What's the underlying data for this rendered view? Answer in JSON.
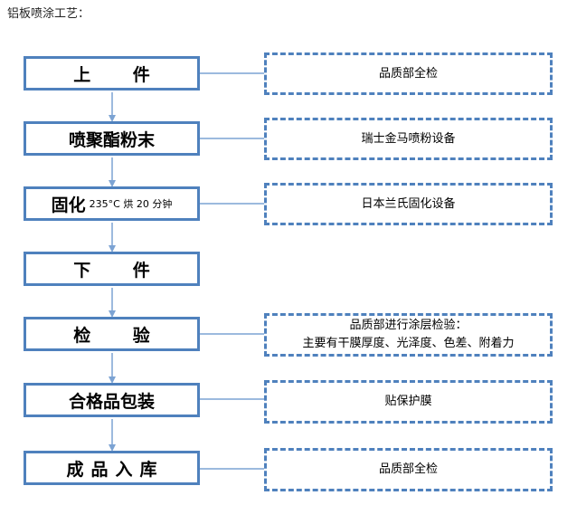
{
  "title": "铝板喷涂工艺：",
  "steps": [
    {
      "main": "上 件",
      "sub": ""
    },
    {
      "main": "喷聚酯粉末",
      "sub": ""
    },
    {
      "main": "固化",
      "sub": "235°C 烘 20 分钟"
    },
    {
      "main": "下 件",
      "sub": ""
    },
    {
      "main": "检 验",
      "sub": ""
    },
    {
      "main": "合格品包装",
      "sub": ""
    },
    {
      "main": "成品入库",
      "sub": ""
    }
  ],
  "notes": [
    {
      "lines": [
        "品质部全检"
      ]
    },
    {
      "lines": [
        "瑞士金马喷粉设备"
      ]
    },
    {
      "lines": [
        "日本兰氏固化设备"
      ]
    },
    {
      "lines": [
        "品质部进行涂层检验：",
        "主要有干膜厚度、光泽度、色差、附着力"
      ]
    },
    {
      "lines": [
        "贴保护膜"
      ]
    },
    {
      "lines": [
        "品质部全检"
      ]
    }
  ],
  "colors": {
    "border": "#4f81bd",
    "connector": "#7ca3d3"
  }
}
